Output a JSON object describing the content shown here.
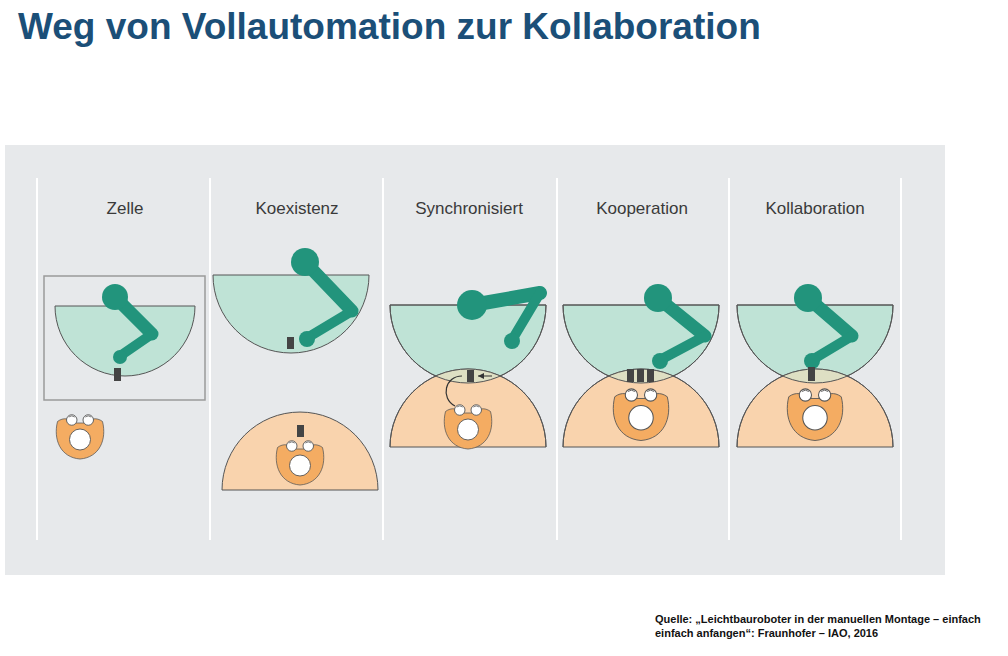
{
  "diagram": {
    "title": "Weg von Vollautomation zur Kollaboration",
    "caption": "Quelle: „Leichtbauroboter in der manuellen Montage – einfach einfach anfangen“: Fraunhofer – IAO, 2016",
    "labels": [
      "Zelle",
      "Koexistenz",
      "Synchronisiert",
      "Kooperation",
      "Kollaboration"
    ]
  }
}
